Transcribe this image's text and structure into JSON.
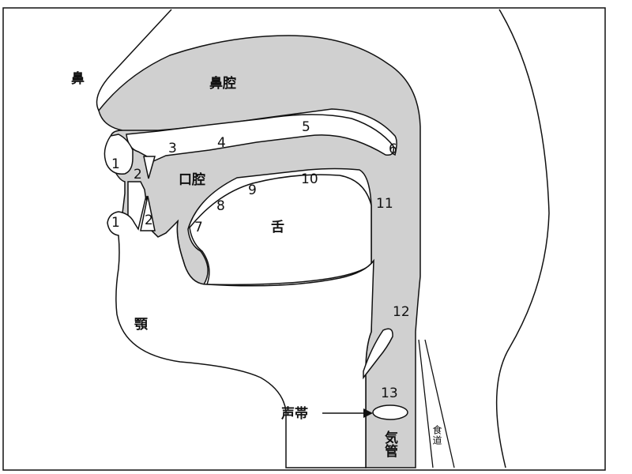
{
  "labels": {
    "nose": "鼻",
    "nasal_cavity": "鼻腔",
    "oral_cavity": "口腔",
    "tongue": "舌",
    "jaw": "顎",
    "vocal_cords": "声帯",
    "trachea": "気管",
    "esophagus": "食道"
  },
  "numbers": {
    "lip_upper": "1",
    "lip_lower": "1",
    "teeth_upper": "2",
    "teeth_lower": "2",
    "n3": "3",
    "n4": "4",
    "n5": "5",
    "n6": "6",
    "n7": "7",
    "n8": "8",
    "n9": "9",
    "n10": "10",
    "n11": "11",
    "n12": "12",
    "n13": "13"
  },
  "colors": {
    "tract_fill": "#d0d0d0",
    "stroke": "#111111",
    "background": "#ffffff"
  }
}
